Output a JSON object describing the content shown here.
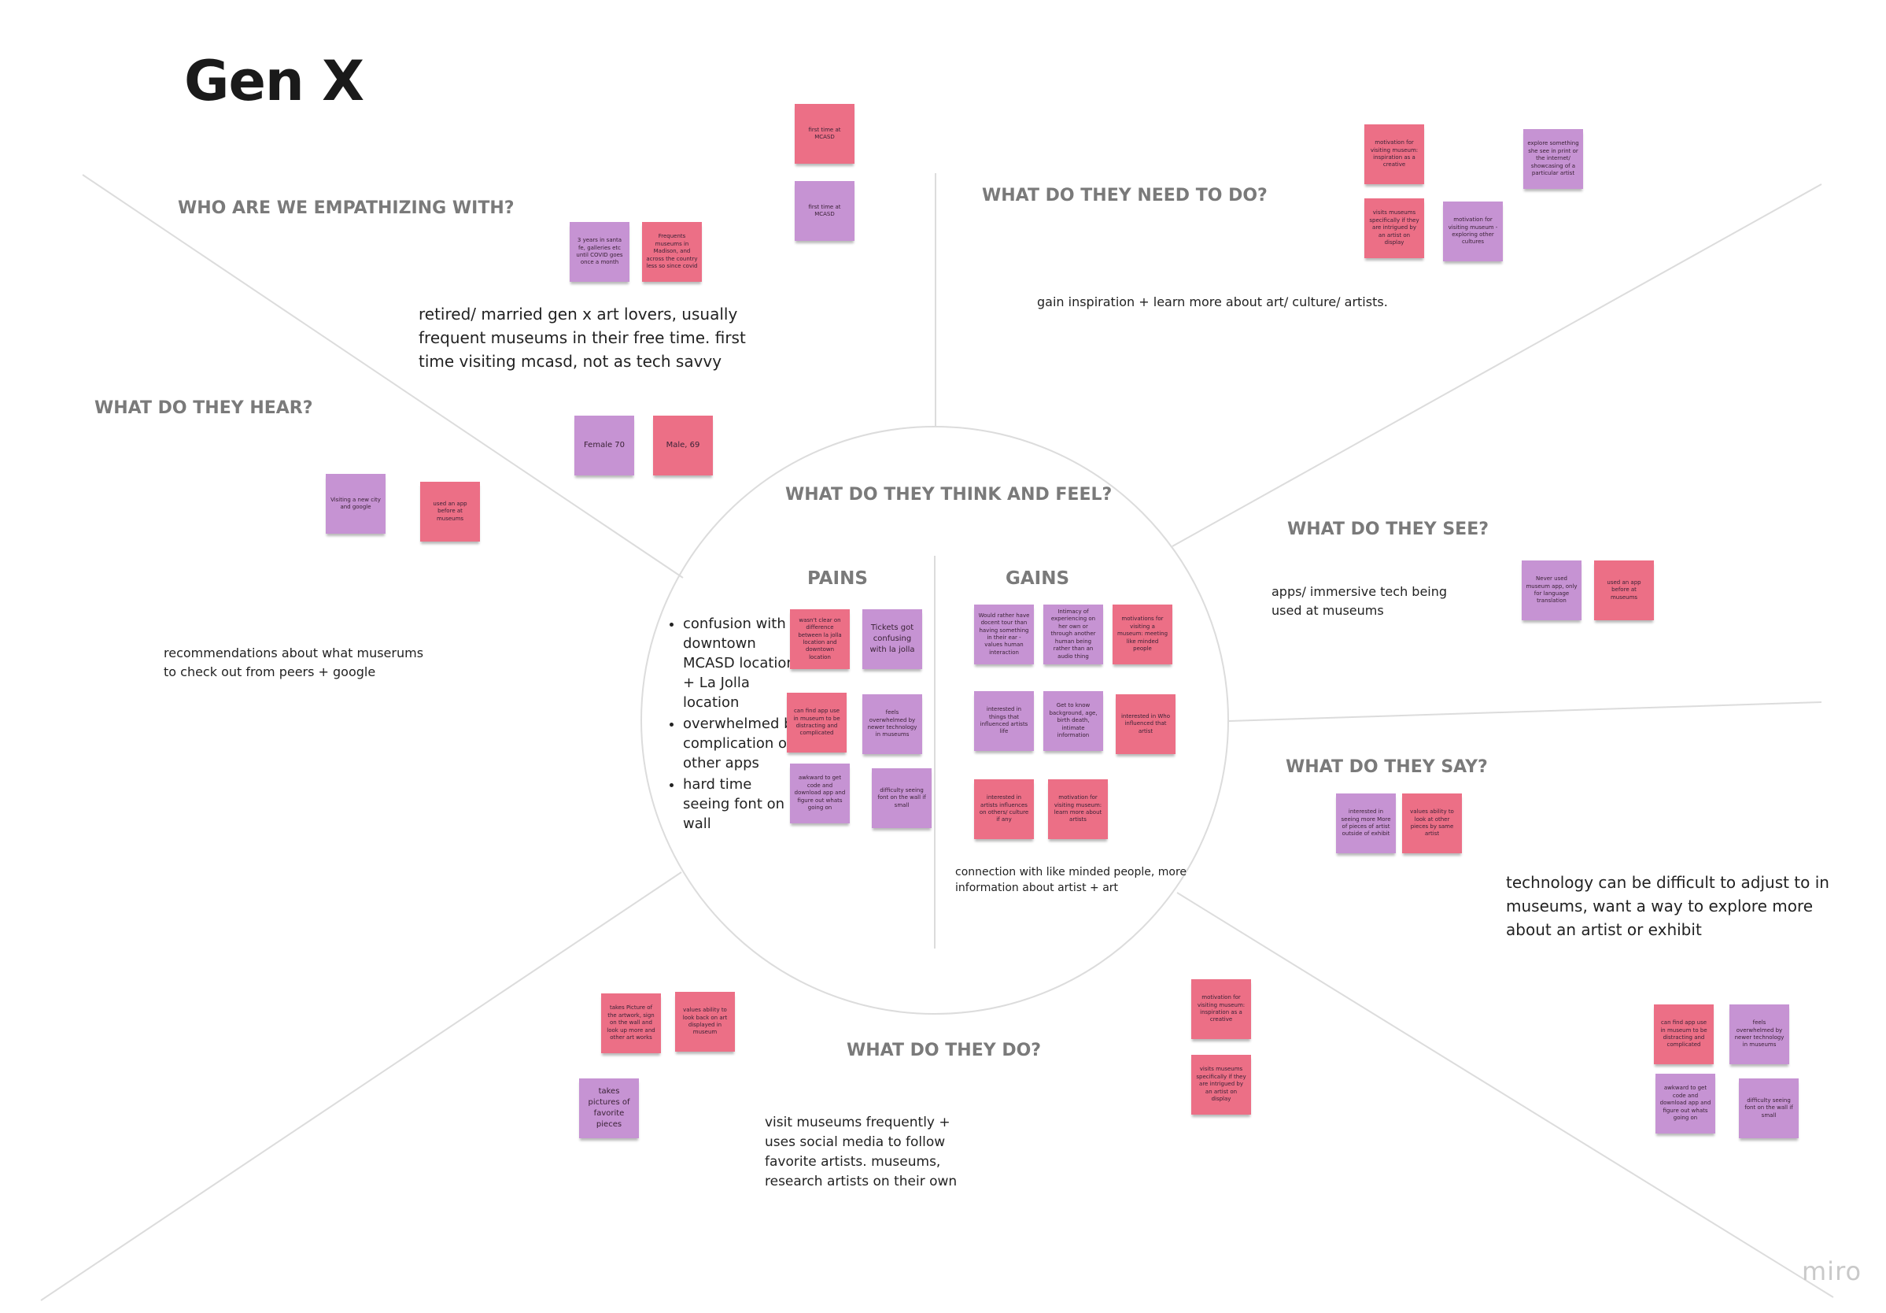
{
  "title": "Gen X",
  "colors": {
    "pink": "#ec6f86",
    "purple": "#c693d3",
    "heading": "#7a7a7a",
    "line": "#dcdcdc"
  },
  "sections": {
    "who": {
      "heading": "WHO ARE WE EMPATHIZING WITH?",
      "text": "retired/ married gen x art lovers, usually frequent museums in their free time. first time visiting mcasd, not as tech savvy",
      "stickies": [
        "first time at MCASD",
        "first time at MCASD",
        "3 years in santa fe, galleries etc until COVID goes once a month",
        "Frequents museums in Madison, and across the country less so since covid",
        "Female 70",
        "Male, 69"
      ]
    },
    "hear": {
      "heading": "WHAT DO THEY HEAR?",
      "text": "recommendations about what muserums to check out from peers + google",
      "stickies": [
        "Visiting a new city and google",
        "used an app before at museums"
      ]
    },
    "need": {
      "heading": "WHAT DO THEY NEED TO DO?",
      "text": "gain inspiration + learn more about art/ culture/ artists.",
      "stickies": [
        "motivation for visiting museum: inspiration as a creative",
        "visits museums specifically if they are intrigued by an artist on display",
        "motivation for visiting museum - exploring other cultures",
        "explore something she see in print or the internet/ showcasing of a particular artist"
      ]
    },
    "think_feel": {
      "heading": "WHAT DO THEY THINK AND FEEL?",
      "pains": {
        "heading": "PAINS",
        "bullets": [
          "confusion with downtown MCASD location + La Jolla location",
          "overwhelmed by complication of other apps",
          "hard time seeing font on wall"
        ],
        "stickies": [
          "wasn't clear on difference between la jolla location and downtown location",
          "Tickets got confusing with la jolla",
          "can find app use in museum to be distracting and complicated",
          "feels overwhelmed by newer technology in museums",
          "awkward to get code and download app and figure out whats going on",
          "difficulty seeing font on the wall if small"
        ]
      },
      "gains": {
        "heading": "GAINS",
        "text": "connection with like minded people, more information about artist + art",
        "stickies": [
          "Would rather have docent tour than having something in their ear - values human interaction",
          "Intimacy of experiencing on her own or through another human being rather than an audio thing",
          "motivations for visiting a museum: meeting like minded people",
          "interested in things that influenced artists life",
          "Get to know background, age, birth death, intimate information",
          "interested in Who influenced that artist",
          "interested in artists influences on others/ culture if any",
          "motivation for visiting museum: learn more about artists"
        ]
      }
    },
    "see": {
      "heading": "WHAT DO THEY SEE?",
      "text": "apps/ immersive tech being used at museums",
      "stickies": [
        "Never used museum app, only for language translation",
        "used an app before at museums"
      ]
    },
    "say": {
      "heading": "WHAT DO THEY SAY?",
      "text": "technology can be difficult to adjust to in museums, want a way to explore more about an artist or exhibit",
      "stickies": [
        "interested in seeing more More of pieces of artist outside of exhibit",
        "values ability to look at other pieces by same artist"
      ]
    },
    "do": {
      "heading": "WHAT DO THEY DO?",
      "text": "visit museums frequently + uses social media to follow favorite artists. museums, research artists on their own",
      "stickies": [
        "takes Picture of the artwork, sign on the wall and look up more and other art works",
        "values ability to look back on art displayed in museum",
        "takes pictures of favorite pieces",
        "motivation for visiting museum: inspiration as a creative",
        "visits museums specifically if they are intrigued by an artist on display"
      ]
    },
    "extra": {
      "stickies": [
        "can find app use in museum to be distracting and complicated",
        "feels overwhelmed by newer technology in museums",
        "awkward to get code and download app and figure out whats going on",
        "difficulty seeing font on the wall if small"
      ]
    }
  },
  "logo": "miro"
}
